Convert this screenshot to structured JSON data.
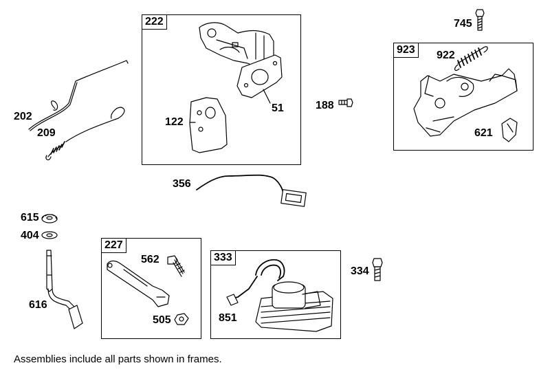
{
  "frames": [
    {
      "id": "222"
    },
    {
      "id": "923"
    },
    {
      "id": "227"
    },
    {
      "id": "333"
    }
  ],
  "parts": [
    {
      "id": "745"
    },
    {
      "id": "202"
    },
    {
      "id": "209"
    },
    {
      "id": "122"
    },
    {
      "id": "51"
    },
    {
      "id": "188"
    },
    {
      "id": "922"
    },
    {
      "id": "621"
    },
    {
      "id": "356"
    },
    {
      "id": "615"
    },
    {
      "id": "404"
    },
    {
      "id": "616"
    },
    {
      "id": "562"
    },
    {
      "id": "505"
    },
    {
      "id": "851"
    },
    {
      "id": "334"
    }
  ],
  "footnote": "Assemblies include all parts shown in frames."
}
